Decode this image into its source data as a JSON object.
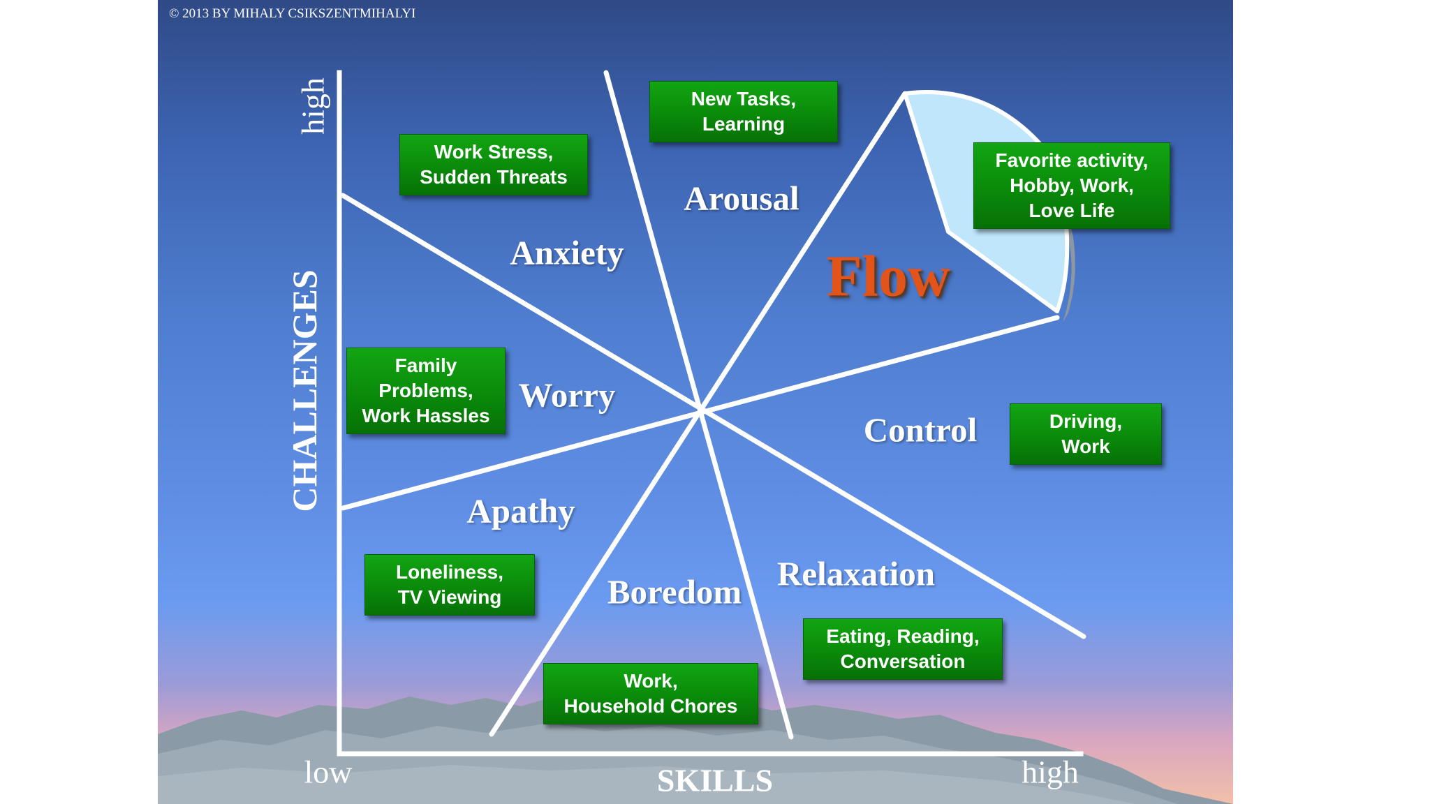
{
  "copyright": "© 2013 BY MIHALY CSIKSZENTMIHALYI",
  "axes": {
    "y_title": "CHALLENGES",
    "y_high": "high",
    "x_title": "SKILLS",
    "x_low": "low",
    "x_high": "high"
  },
  "zones": {
    "arousal": "Arousal",
    "anxiety": "Anxiety",
    "flow": "Flow",
    "worry": "Worry",
    "control": "Control",
    "apathy": "Apathy",
    "boredom": "Boredom",
    "relaxation": "Relaxation"
  },
  "activities": {
    "new_tasks": "New Tasks,\nLearning",
    "work_stress": "Work Stress,\nSudden Threats",
    "favorite": "Favorite activity,\nHobby, Work,\nLove Life",
    "family": "Family\nProblems,\nWork Hassles",
    "driving": "Driving,\nWork",
    "loneliness": "Loneliness,\nTV Viewing",
    "eating": "Eating, Reading,\nConversation",
    "chores": "Work,\nHousehold Chores"
  },
  "colors": {
    "box_green": "#0a8a0a",
    "flow_orange": "#e2541a",
    "flow_wedge": "#bfe6fb"
  }
}
